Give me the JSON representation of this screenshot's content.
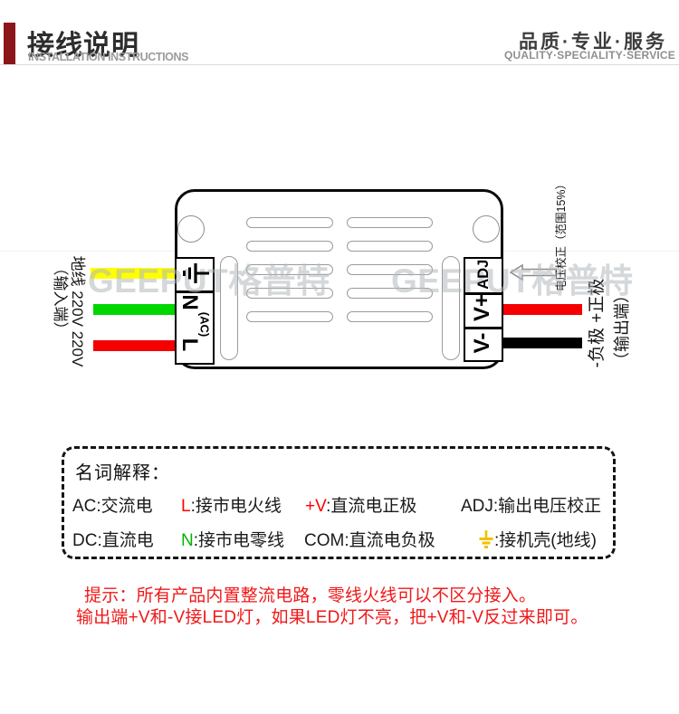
{
  "header": {
    "title_cn": "接线说明",
    "title_en": "INSTALLATION INSTRUCTIONS",
    "slogan_cn": "品质·专业·服务",
    "slogan_en": "QUALITY·SPECIALITY·SERVICE",
    "accent_color": "#8c1519"
  },
  "watermark": {
    "text": "GEEPUT格普特"
  },
  "diagram": {
    "input_labels": {
      "wires_label": "地线 220V 220V",
      "side_label": "（输入端）"
    },
    "output_labels": {
      "adj_note": "电压校正（范围15%）",
      "polarity_label": "-负极 +正极",
      "side_label": "（输出端）"
    },
    "terminals": {
      "input": [
        "N",
        "L"
      ],
      "input_ac": "(AC)",
      "output": [
        "V-",
        "V+",
        "ADJ"
      ]
    },
    "wire_colors": {
      "ground": "#ffff00",
      "neutral": "#00d600",
      "live": "#f40000",
      "positive": "#f40000",
      "negative": "#000000"
    }
  },
  "glossary": {
    "title": "名词解释：",
    "ground_icon_color": "#f2bf00",
    "row1": [
      {
        "term": "AC",
        "def": ":交流电",
        "term_color": "#1a1a1a"
      },
      {
        "term": "L",
        "def": ":接市电火线",
        "term_color": "#ff0000"
      },
      {
        "term": "+V",
        "def": ":直流电正极",
        "term_color": "#ff0000"
      },
      {
        "term": "ADJ",
        "def": ":输出电压校正",
        "term_color": "#1a1a1a"
      }
    ],
    "row2": [
      {
        "term": "DC",
        "def": ":直流电",
        "term_color": "#1a1a1a"
      },
      {
        "term": "N",
        "def": ":接市电零线",
        "term_color": "#00b400"
      },
      {
        "term": "COM",
        "def": ":直流电负极",
        "term_color": "#1a1a1a"
      },
      {
        "term": "",
        "def": ":接机壳(地线)",
        "term_color": "#1a1a1a"
      }
    ]
  },
  "tips": {
    "color": "#f01818",
    "line1": "提示：所有产品内置整流电路，零线火线可以不区分接入。",
    "line2": "输出端+V和-V接LED灯，如果LED灯不亮，把+V和-V反过来即可。"
  }
}
